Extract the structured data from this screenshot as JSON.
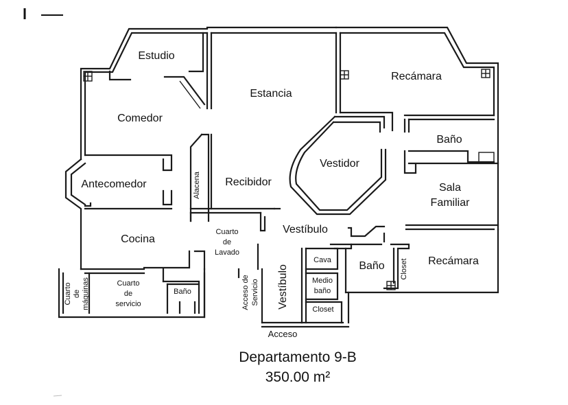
{
  "plan": {
    "rooms": {
      "estudio": "Estudio",
      "estancia": "Estancia",
      "comedor": "Comedor",
      "recamara_top": "Recámara",
      "bano_right": "Baño",
      "vestidor": "Vestidor",
      "antecomedor": "Antecomedor",
      "alacena": "Alacena",
      "recibidor": "Recibidor",
      "sala_line1": "Sala",
      "sala_line2": "Familiar",
      "cocina": "Cocina",
      "cuarto_lavado_l1": "Cuarto",
      "cuarto_lavado_l2": "de",
      "cuarto_lavado_l3": "Lavado",
      "vestibulo_h": "Vestíbulo",
      "cava": "Cava",
      "bano_mid": "Baño",
      "closet_v": "Closet",
      "recamara_bottom": "Recámara",
      "maquinas_l1": "Cuarto",
      "maquinas_l2": "de",
      "maquinas_l3": "máquinas",
      "servicio_l1": "Cuarto",
      "servicio_l2": "de",
      "servicio_l3": "servicio",
      "bano_small": "Baño",
      "acceso_servicio_l1": "Acceso de",
      "acceso_servicio_l2": "Servicio",
      "vestibulo_v": "Vestíbulo",
      "medio_bano_l1": "Medio",
      "medio_bano_l2": "baño",
      "closet_h": "Closet",
      "acceso": "Acceso"
    },
    "caption": {
      "title": "Departamento 9-B",
      "area": "350.00 m²"
    }
  }
}
